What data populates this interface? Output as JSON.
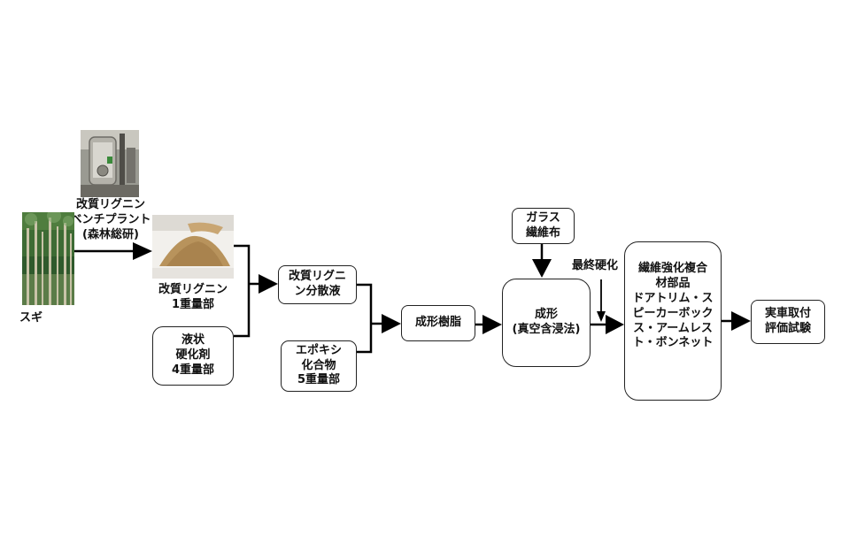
{
  "nodes": {
    "plant_label": "改質リグニン\nベンチプラント\n(森林総研)",
    "sugi_label": "スギ",
    "lignin_label": "改質リグニン\n1重量部",
    "hardener": "液状\n硬化剤\n4重量部",
    "dispersion": "改質リグニ\nン分散液",
    "epoxy": "エポキシ\n化合物\n5重量部",
    "resin": "成形樹脂",
    "glass": "ガラス\n繊維布",
    "molding": "成形\n(真空含浸法)",
    "final_cure": "最終硬化",
    "composite": "繊維強化複合\n材部品\nドアトリム・ス\nピーカーボック\nス・アームレス\nト・ボンネット",
    "evaluation": "実車取付\n評価試験"
  },
  "images": {
    "plant": "lignin-bench-plant-photo",
    "sugi": "sugi-forest-photo",
    "lignin": "lignin-powder-photo"
  },
  "colors": {
    "arrow": "#000000",
    "box_border": "#222222"
  }
}
